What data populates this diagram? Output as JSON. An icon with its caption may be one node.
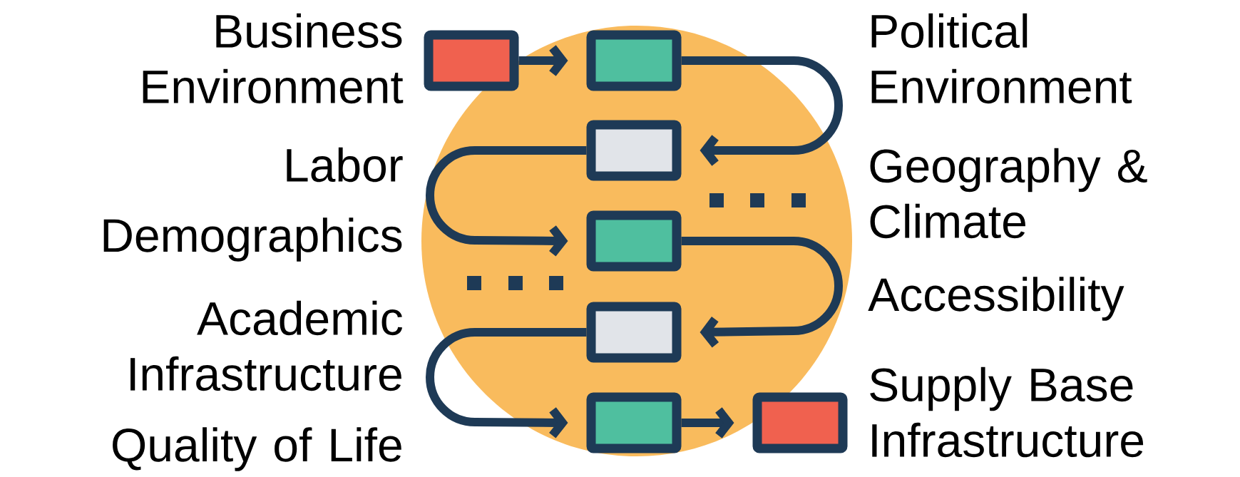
{
  "diagram": {
    "nodes": [
      {
        "text": [],
        "shape": "box"
      },
      {
        "text": [],
        "shape": "box"
      },
      {
        "text": [],
        "shape": "box"
      },
      {
        "text": [],
        "shape": "box"
      },
      {
        "text": [],
        "shape": "box"
      },
      {
        "text": [],
        "shape": "box"
      },
      {
        "text": [],
        "shape": "box"
      }
    ],
    "edges": [
      {
        "from": 0,
        "to": 1,
        "arrow": "to"
      },
      {
        "from": 1,
        "to": 2,
        "arrow": "to"
      },
      {
        "from": 2,
        "to": 3,
        "arrow": "to"
      },
      {
        "from": 3,
        "to": 4,
        "arrow": "to"
      },
      {
        "from": 4,
        "to": 5,
        "arrow": "to"
      },
      {
        "from": 5,
        "to": 6,
        "arrow": "to"
      }
    ],
    "labels": [
      "Business Environment",
      "Political Environment",
      "Labor",
      "Geography & Climate",
      "Demographics",
      "Accessibility",
      "Academic Infrastructure",
      "Supply Base Infrastructure",
      "Quality of Life"
    ]
  }
}
